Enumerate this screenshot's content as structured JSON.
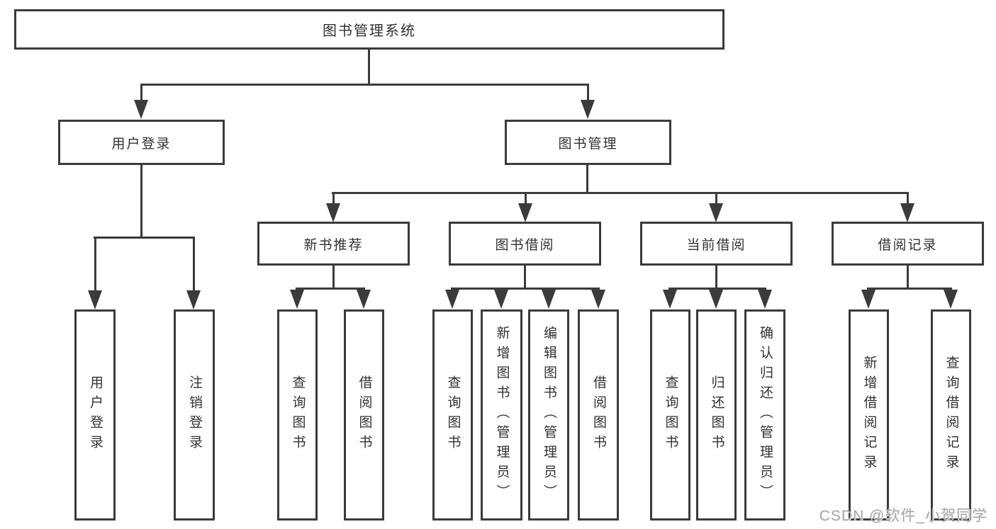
{
  "diagram_title": "图书管理系统",
  "colors": {
    "line": "#3b3b3b",
    "node_border": "#3b3b3b",
    "text": "#323236",
    "watermark": "#a9a9a9",
    "background": "#ffffff"
  },
  "tree": {
    "root": {
      "label": "图书管理系统"
    },
    "children": [
      {
        "label": "用户登录",
        "children": [
          {
            "label": "用户登录"
          },
          {
            "label": "注销登录"
          }
        ]
      },
      {
        "label": "图书管理",
        "children": [
          {
            "label": "新书推荐",
            "children": [
              {
                "label": "查询图书"
              },
              {
                "label": "借阅图书"
              }
            ]
          },
          {
            "label": "图书借阅",
            "children": [
              {
                "label": "查询图书"
              },
              {
                "label": "新增图书（管理员）"
              },
              {
                "label": "编辑图书（管理员）"
              },
              {
                "label": "借阅图书"
              }
            ]
          },
          {
            "label": "当前借阅",
            "children": [
              {
                "label": "查询图书"
              },
              {
                "label": "归还图书"
              },
              {
                "label": "确认归还（管理员）"
              }
            ]
          },
          {
            "label": "借阅记录",
            "children": [
              {
                "label": "新增借阅记录"
              },
              {
                "label": "查询借阅记录"
              }
            ]
          }
        ]
      }
    ]
  },
  "watermark": {
    "text": "CSDN @软件_小贺同学"
  }
}
